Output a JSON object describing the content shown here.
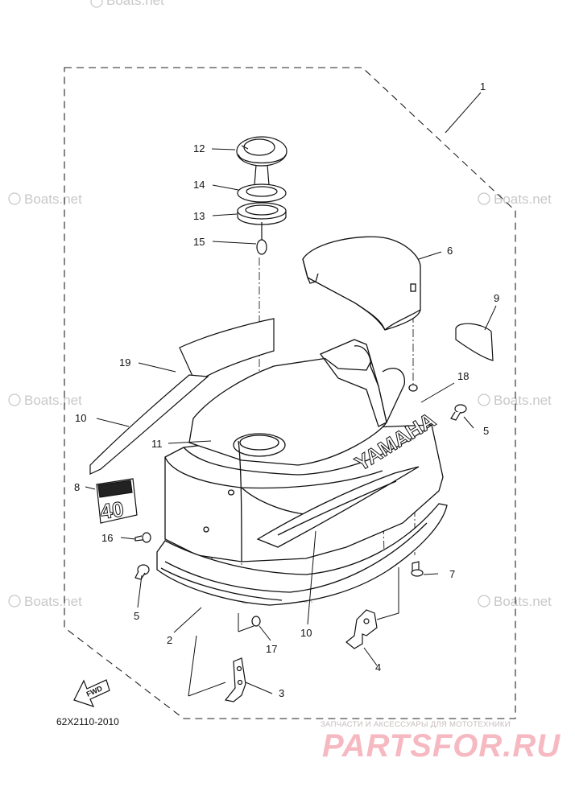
{
  "callouts": {
    "c1": "1",
    "c2": "2",
    "c3": "3",
    "c4": "4",
    "c5a": "5",
    "c5b": "5",
    "c6": "6",
    "c7": "7",
    "c8": "8",
    "c9": "9",
    "c10a": "10",
    "c10b": "10",
    "c11": "11",
    "c12": "12",
    "c13": "13",
    "c14": "14",
    "c15": "15",
    "c16": "16",
    "c17": "17",
    "c18": "18",
    "c19": "19"
  },
  "watermark": "Boats.net",
  "decal": {
    "brand": "YAMAHA",
    "model": "40"
  },
  "fwd_label": "FWD",
  "diagram_code": "62X2110-2010",
  "footer": {
    "subtitle": "ЗАПЧАСТИ И АКСЕССУАРЫ ДЛЯ МОТОТЕХНИКИ",
    "brand": "PARTSFOR.RU"
  }
}
